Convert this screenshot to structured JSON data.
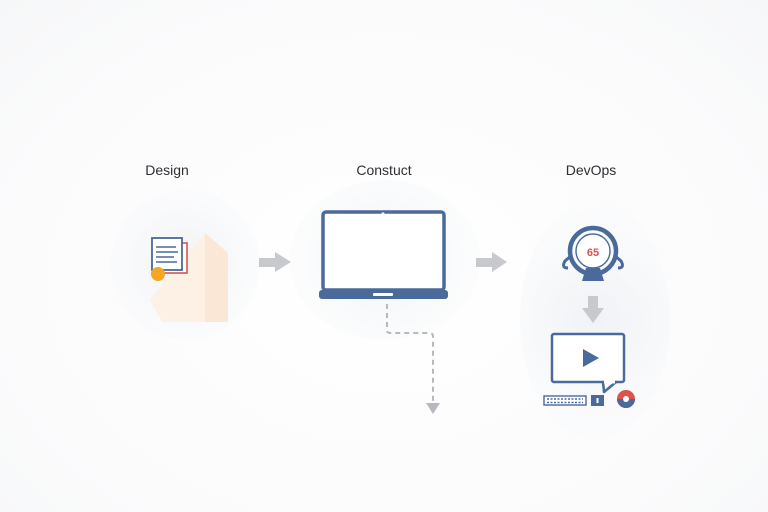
{
  "stages": [
    {
      "label": "Design"
    },
    {
      "label": "Constuct"
    },
    {
      "label": "DevOps"
    }
  ],
  "devops": {
    "gauge_value": "65"
  },
  "colors": {
    "primary": "#4a6a9c",
    "arrow": "#c7c9cd",
    "accent_orange": "#f5a623",
    "accent_red": "#d9534f",
    "text": "#2d2f33"
  },
  "icons": [
    "document-icon",
    "laptop-icon",
    "gauge-icon",
    "video-monitor-icon",
    "keyboard-icon",
    "disc-icon"
  ]
}
